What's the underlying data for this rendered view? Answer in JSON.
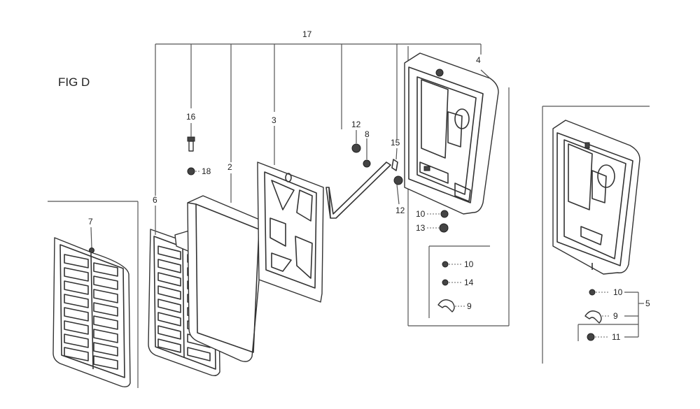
{
  "figure": {
    "title": "FIG D"
  },
  "callouts": {
    "c17": "17",
    "c4": "4",
    "c16": "16",
    "c18": "18",
    "c2": "2",
    "c3": "3",
    "c12a": "12",
    "c8": "8",
    "c15": "15",
    "c12b": "12",
    "c6": "6",
    "c7": "7",
    "c10a": "10",
    "c13": "13",
    "c10b": "10",
    "c14": "14",
    "c9a": "9",
    "c10c": "10",
    "c9b": "9",
    "c11": "11",
    "c5": "5"
  }
}
